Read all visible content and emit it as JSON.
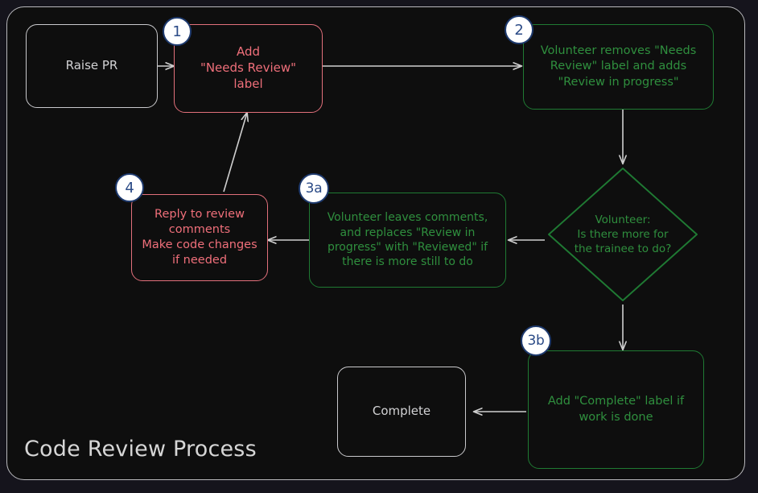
{
  "diagram": {
    "title": "Code Review Process",
    "colors": {
      "canvas_bg": "#15141c",
      "frame_bg": "#0e0e0e",
      "frame_border": "#b9b9bd",
      "neutral": "#d2d2d4",
      "red": "#ef6f7a",
      "red_border": "#e2707b",
      "green_text": "#2f8f3e",
      "green_border": "#1f7a33",
      "badge_fill": "#ffffff",
      "badge_border": "#1e3a6e",
      "badge_text": "#2b4b87",
      "arrow": "#cfcfcf"
    },
    "nodes": [
      {
        "id": "raise-pr",
        "label": "Raise PR",
        "kind": "rect",
        "style": "neutral",
        "badge": null
      },
      {
        "id": "add-label",
        "label": "Add\n\"Needs Review\"\nlabel",
        "kind": "rect",
        "style": "red",
        "badge": "1"
      },
      {
        "id": "volunteer-relabel",
        "label": "Volunteer removes \"Needs\nReview\" label and adds\n\"Review in progress\"",
        "kind": "rect",
        "style": "green",
        "badge": "2"
      },
      {
        "id": "decision",
        "label": "Volunteer:\nIs there more for\nthe trainee to do?",
        "kind": "diamond",
        "style": "green",
        "badge": null
      },
      {
        "id": "leaves-comments",
        "label": "Volunteer leaves comments,\nand replaces \"Review in\nprogress\" with \"Reviewed\" if\nthere is more still to do",
        "kind": "rect",
        "style": "green",
        "badge": "3a"
      },
      {
        "id": "reply-to-review",
        "label": "Reply to review\ncomments\nMake code changes\nif needed",
        "kind": "rect",
        "style": "red",
        "badge": "4"
      },
      {
        "id": "add-complete",
        "label": "Add \"Complete\" label if\nwork is done",
        "kind": "rect",
        "style": "green",
        "badge": "3b"
      },
      {
        "id": "complete",
        "label": "Complete",
        "kind": "rect",
        "style": "neutral",
        "badge": null
      }
    ],
    "edges": [
      {
        "from": "raise-pr",
        "to": "add-label",
        "label": ""
      },
      {
        "from": "add-label",
        "to": "volunteer-relabel",
        "label": ""
      },
      {
        "from": "volunteer-relabel",
        "to": "decision",
        "label": ""
      },
      {
        "from": "decision",
        "to": "leaves-comments",
        "label": ""
      },
      {
        "from": "decision",
        "to": "add-complete",
        "label": ""
      },
      {
        "from": "leaves-comments",
        "to": "reply-to-review",
        "label": ""
      },
      {
        "from": "reply-to-review",
        "to": "add-label",
        "label": ""
      },
      {
        "from": "add-complete",
        "to": "complete",
        "label": ""
      }
    ]
  }
}
